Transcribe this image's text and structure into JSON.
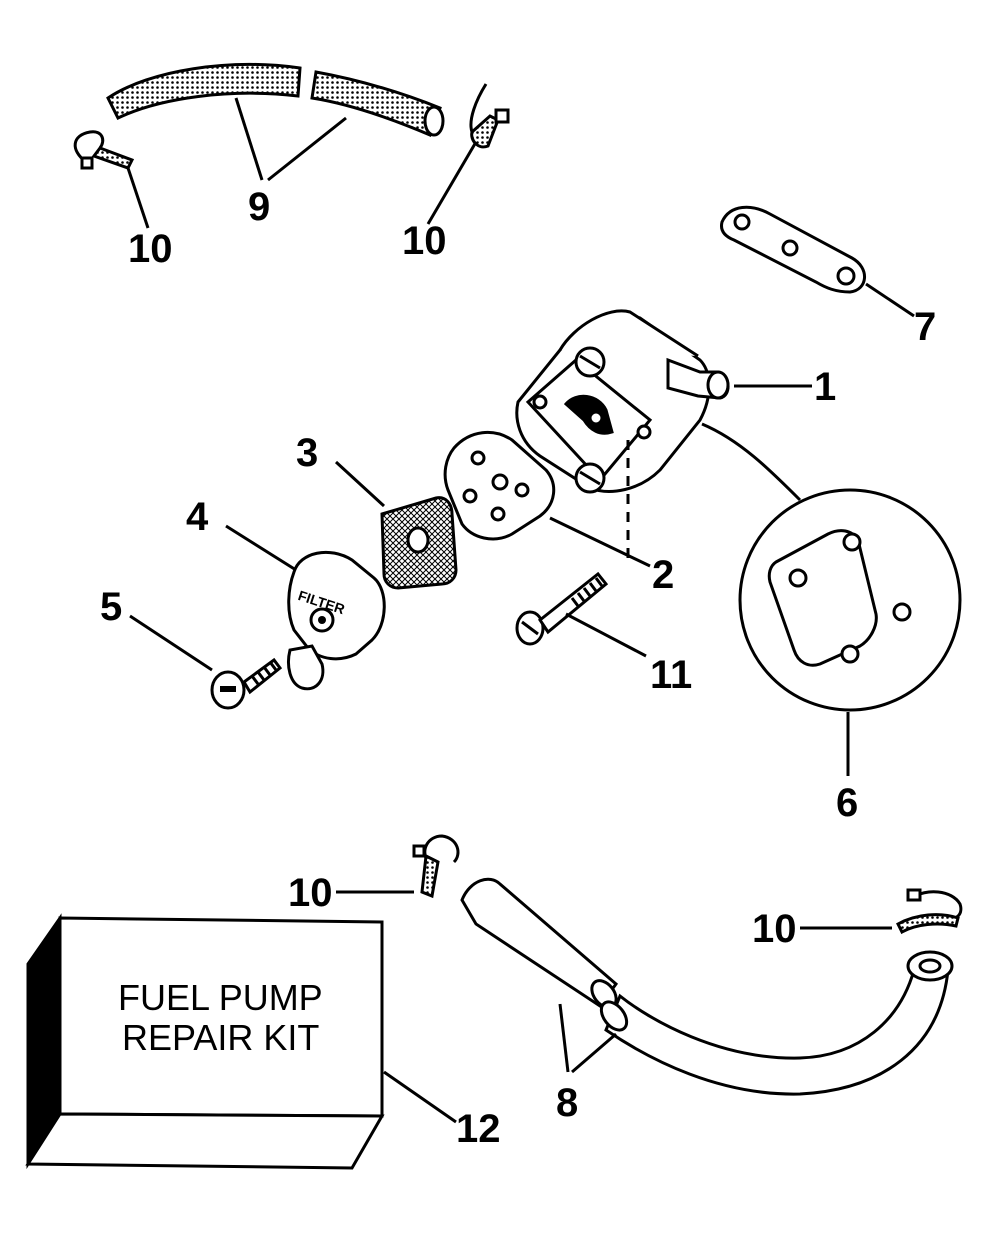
{
  "callouts": {
    "c1": "1",
    "c2": "2",
    "c3": "3",
    "c4": "4",
    "c5": "5",
    "c6": "6",
    "c7": "7",
    "c8": "8",
    "c9": "9",
    "c10a": "10",
    "c10b": "10",
    "c10c": "10",
    "c10d": "10",
    "c11": "11",
    "c12": "12"
  },
  "repair_kit": {
    "line1": "FUEL PUMP",
    "line2": "REPAIR KIT"
  },
  "filter_cover_text": "FILTER"
}
